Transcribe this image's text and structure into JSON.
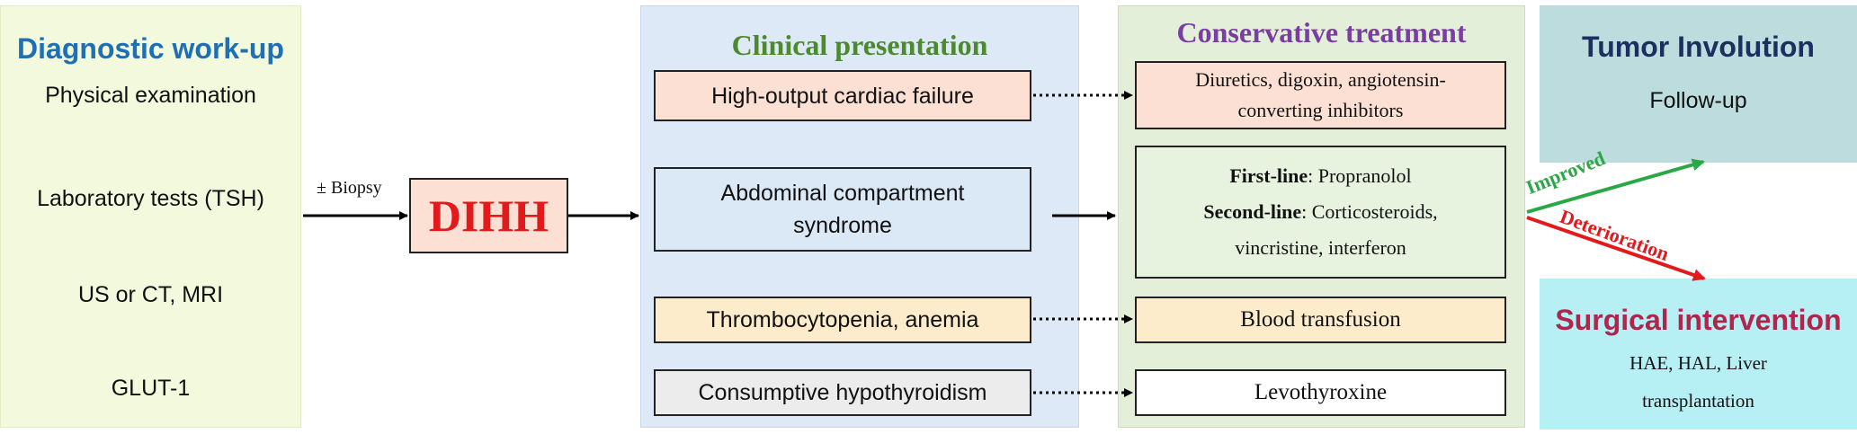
{
  "diagnostic": {
    "title": "Diagnostic work-up",
    "items": [
      "Physical examination",
      "Laboratory tests (TSH)",
      "US or CT, MRI",
      "GLUT-1"
    ]
  },
  "biopsy_label": "± Biopsy",
  "center_node": "DIHH",
  "clinical": {
    "title": "Clinical presentation",
    "items": [
      {
        "line1": "High-output cardiac failure",
        "line2": ""
      },
      {
        "line1": "Abdominal compartment",
        "line2": "syndrome"
      },
      {
        "line1": "Thrombocytopenia, anemia",
        "line2": ""
      },
      {
        "line1": "Consumptive hypothyroidism",
        "line2": ""
      }
    ]
  },
  "conservative": {
    "title": "Conservative treatment",
    "cardiac": {
      "line1": "Diuretics,  digoxin,  angiotensin-",
      "line2": "converting  inhibitors"
    },
    "first_line_label": "First-line",
    "first_line_value": ":  Propranolol",
    "second_line_label": "Second-line",
    "second_line_value": ":  Corticosteroids,",
    "second_line_value2": "vincristine,  interferon",
    "transfusion": "Blood transfusion",
    "levothyroxine": "Levothyroxine"
  },
  "tumor": {
    "title": "Tumor Involution",
    "item": "Follow-up"
  },
  "surgical": {
    "title": "Surgical intervention",
    "line1": "HAE, HAL, Liver",
    "line2": "transplantation"
  },
  "improved_label": "Improved",
  "deterioration_label": "Deterioration",
  "colors": {
    "improved_arrow": "#2aa845",
    "deterioration_arrow": "#e31a1c",
    "dihh_text": "#e31a1c"
  }
}
